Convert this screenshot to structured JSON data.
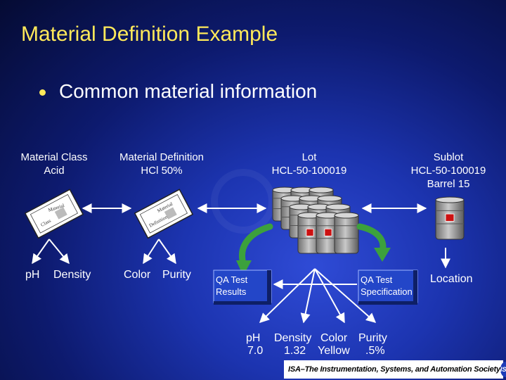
{
  "title": "Material Definition Example",
  "bullet": "Common material information",
  "columns": {
    "material_class": {
      "line1": "Material Class",
      "line2": "Acid"
    },
    "material_definition": {
      "line1": "Material Definition",
      "line2": "HCl 50%"
    },
    "lot": {
      "line1": "Lot",
      "line2": "HCL-50-100019"
    },
    "sublot": {
      "line1": "Sublot",
      "line2": "HCL-50-100019",
      "line3": "Barrel 15"
    }
  },
  "doc_icons": {
    "class_doc": {
      "icon": "material-class-document-icon",
      "text_top": "Material",
      "text_bottom": "Class"
    },
    "definition_doc": {
      "icon": "material-definition-document-icon",
      "text_top": "Material",
      "text_bottom": "Definition"
    }
  },
  "properties": {
    "class": [
      "pH",
      "Density"
    ],
    "definition": [
      "Color",
      "Purity"
    ],
    "sublot": "Location"
  },
  "qa": {
    "results": {
      "line1": "QA Test",
      "line2": "Results"
    },
    "specification": {
      "line1": "QA Test",
      "line2": "Specification"
    }
  },
  "lot_values": {
    "labels": [
      "pH",
      "Density",
      "Color",
      "Purity"
    ],
    "values": [
      "7.0",
      "1.32",
      "Yellow",
      ".5%"
    ]
  },
  "footer": {
    "text": "ISA–The Instrumentation, Systems, and Automation Society",
    "logo": "ISA"
  },
  "colors": {
    "title": "#ffe95a",
    "barrel": "#9a9a9a",
    "barrel_label": "#cc1111",
    "arrow_green": "#3ca13c"
  }
}
